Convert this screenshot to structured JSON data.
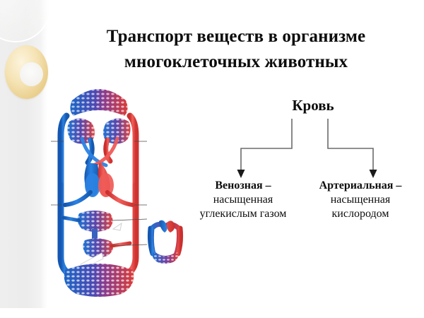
{
  "slide": {
    "title_line1": "Транспорт веществ в организме",
    "title_line2": "многоклеточных животных",
    "background_color": "#ffffff",
    "text_color": "#0d0d0d"
  },
  "decoration": {
    "band_color": "#ececec",
    "ring_color": "#f0dca8",
    "faint_circle_color": "#ffffff"
  },
  "diagram": {
    "root": {
      "label": "Кровь"
    },
    "branches": [
      {
        "name": "venous",
        "heading": "Венозная –",
        "sub_line1": "насыщенная",
        "sub_line2": "углекислым газом"
      },
      {
        "name": "arterial",
        "heading": "Артериальная –",
        "sub_line1": "насыщенная",
        "sub_line2": "кислородом"
      }
    ],
    "connector_color": "#6b6b6b"
  },
  "illustration": {
    "main_alt": "Двухкругова система кровообращения человека",
    "small_alt": "Однокруговая система кровообращения",
    "vein_color": "#1f6fd0",
    "artery_color": "#e8423f",
    "capillary_mix_color": "#6b3f9e"
  }
}
